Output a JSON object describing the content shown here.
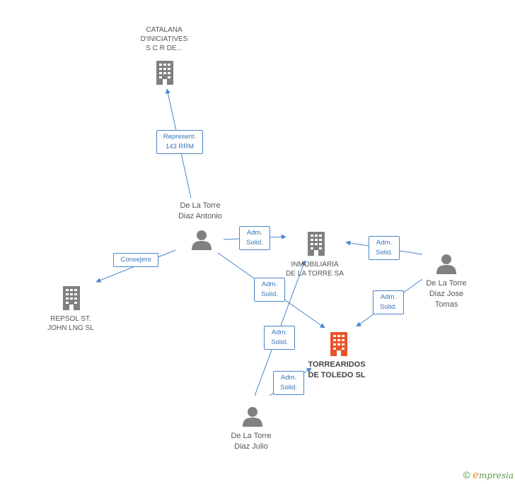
{
  "nodes": {
    "catalana": {
      "lines": [
        "CATALANA",
        "D'INICIATIVES",
        "S C R DE..."
      ],
      "icon": "building-icon",
      "color": "#808080"
    },
    "inmobiliaria": {
      "lines": [
        "INMOBILIARIA",
        "DE LA TORRE SA"
      ],
      "icon": "building-icon",
      "color": "#808080"
    },
    "repsol": {
      "lines": [
        "REPSOL ST.",
        "JOHN LNG  SL"
      ],
      "icon": "building-icon",
      "color": "#808080"
    },
    "torrearidos": {
      "lines": [
        "TORREARIDOS",
        "DE TOLEDO SL"
      ],
      "icon": "building-icon",
      "color": "#e8532a"
    },
    "antonio": {
      "lines": [
        "De La Torre",
        "Diaz Antonio"
      ],
      "icon": "person-icon",
      "color": "#808080"
    },
    "jose": {
      "lines": [
        "De La Torre",
        "Diaz Jose",
        "Tomas"
      ],
      "icon": "person-icon",
      "color": "#808080"
    },
    "julio": {
      "lines": [
        "De La Torre",
        "Diaz Julio"
      ],
      "icon": "person-icon",
      "color": "#808080"
    }
  },
  "edges": {
    "represent": {
      "lines": [
        "Represent.",
        "143 RRM"
      ]
    },
    "consejero": {
      "lines": [
        "Consejero"
      ]
    },
    "antonio_inmob": {
      "lines": [
        "Adm.",
        "Solid."
      ]
    },
    "antonio_torre": {
      "lines": [
        "Adm.",
        "Solid."
      ]
    },
    "jose_inmob": {
      "lines": [
        "Adm.",
        "Solid."
      ]
    },
    "jose_torre": {
      "lines": [
        "Adm.",
        "Solid."
      ]
    },
    "julio_inmob": {
      "lines": [
        "Adm.",
        "Solid."
      ]
    },
    "julio_torre": {
      "lines": [
        "Adm.",
        "Solid."
      ]
    }
  },
  "colors": {
    "edge": "#4a86c8",
    "node": "#808080",
    "highlight": "#e8532a"
  },
  "footer": {
    "copyright": "©",
    "brand_initial": "e",
    "brand_rest": "mpresia"
  }
}
